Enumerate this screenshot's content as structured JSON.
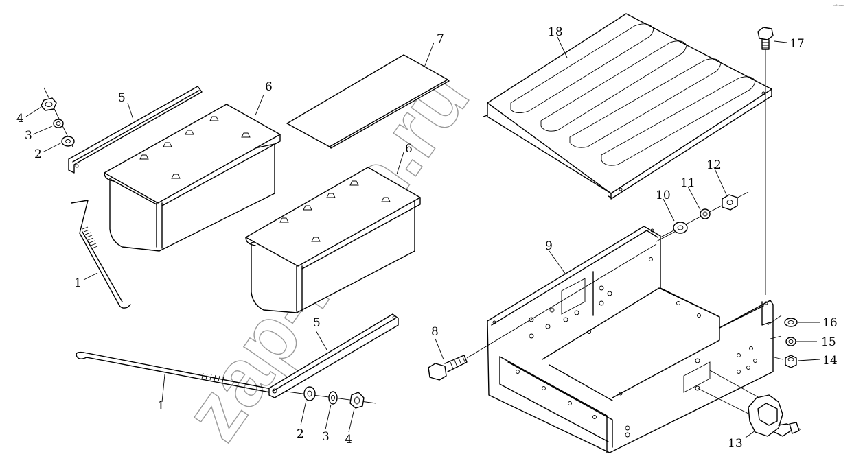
{
  "watermark": "zap-kam.ru",
  "corner_mark": "ᵃᴰ ᵒᵒᵒ",
  "callouts": {
    "c1a": "1",
    "c1b": "1",
    "c2a": "2",
    "c2b": "2",
    "c3a": "3",
    "c3b": "3",
    "c4a": "4",
    "c4b": "4",
    "c5a": "5",
    "c5b": "5",
    "c6a": "6",
    "c6b": "6",
    "c7": "7",
    "c8": "8",
    "c9": "9",
    "c10": "10",
    "c11": "11",
    "c12": "12",
    "c13": "13",
    "c14": "14",
    "c15": "15",
    "c16": "16",
    "c17": "17",
    "c18": "18"
  }
}
